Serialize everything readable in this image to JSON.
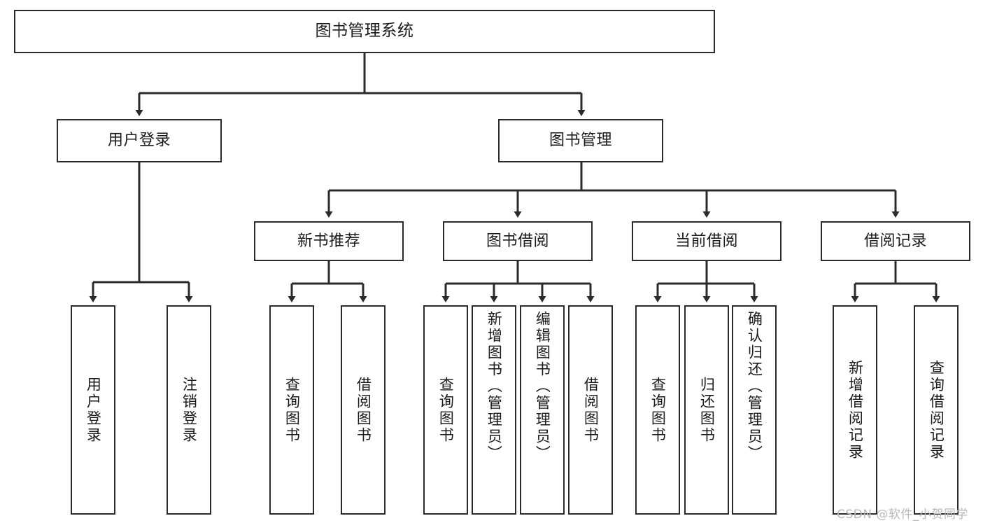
{
  "diagram": {
    "type": "tree-hierarchy",
    "title": "图书管理系统",
    "watermark": "CSDN @软件_小贺同学",
    "colors": {
      "box_border": "#2b2b2b",
      "box_fill": "#ffffff",
      "connector": "#2b2b2b",
      "text": "#1a1a1a",
      "watermark": "#b9b9b9",
      "background": "#ffffff"
    },
    "nodes": {
      "root": {
        "label": "图书管理系统",
        "level": 1
      },
      "level2": [
        {
          "id": "user-login",
          "label": "用户登录"
        },
        {
          "id": "book-manage",
          "label": "图书管理"
        }
      ],
      "level3": [
        {
          "id": "new-book-recommend",
          "label": "新书推荐"
        },
        {
          "id": "book-borrow",
          "label": "图书借阅"
        },
        {
          "id": "current-borrow",
          "label": "当前借阅"
        },
        {
          "id": "borrow-record",
          "label": "借阅记录"
        }
      ],
      "leaves": {
        "user_login": [
          {
            "id": "leaf-user-login",
            "label": "用户登录"
          },
          {
            "id": "leaf-logout-login",
            "label": "注销登录"
          }
        ],
        "new_book_recommend": [
          {
            "id": "leaf-query-book-1",
            "label": "查询图书"
          },
          {
            "id": "leaf-borrow-book-1",
            "label": "借阅图书"
          }
        ],
        "book_borrow": [
          {
            "id": "leaf-query-book-2",
            "label": "查询图书"
          },
          {
            "id": "leaf-add-book",
            "label": "新增图书（管理员）"
          },
          {
            "id": "leaf-edit-book",
            "label": "编辑图书（管理员）"
          },
          {
            "id": "leaf-borrow-book-2",
            "label": "借阅图书"
          }
        ],
        "current_borrow": [
          {
            "id": "leaf-query-book-3",
            "label": "查询图书"
          },
          {
            "id": "leaf-return-book",
            "label": "归还图书"
          },
          {
            "id": "leaf-confirm-return",
            "label": "确认归还（管理员）"
          }
        ],
        "borrow_record": [
          {
            "id": "leaf-add-record",
            "label": "新增借阅记录"
          },
          {
            "id": "leaf-query-record",
            "label": "查询借阅记录"
          }
        ]
      }
    }
  }
}
